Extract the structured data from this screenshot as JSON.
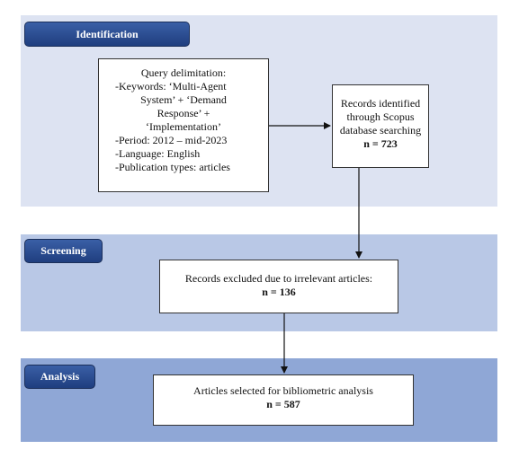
{
  "phases": {
    "identification": "Identification",
    "screening": "Screening",
    "analysis": "Analysis"
  },
  "query_box": {
    "lines": [
      "Query delimitation:",
      "-Keywords: ‘Multi-Agent",
      "System’ + ‘Demand",
      "Response’ +",
      "‘Implementation’",
      "-Period: 2012 – mid-2023",
      "-Language: English",
      "-Publication types: articles"
    ]
  },
  "records_box": {
    "lines": [
      "Records identified",
      "through Scopus",
      "database searching"
    ],
    "count": "n = 723"
  },
  "excluded_box": {
    "text": "Records excluded due to irrelevant articles:",
    "count": "n = 136"
  },
  "selected_box": {
    "text": "Articles selected for bibliometric analysis",
    "count": "n = 587"
  },
  "colors": {
    "band_identification": "#dde3f2",
    "band_screening": "#b9c8e6",
    "band_analysis": "#8fa7d6",
    "phase_label": "#2b4c8f"
  }
}
